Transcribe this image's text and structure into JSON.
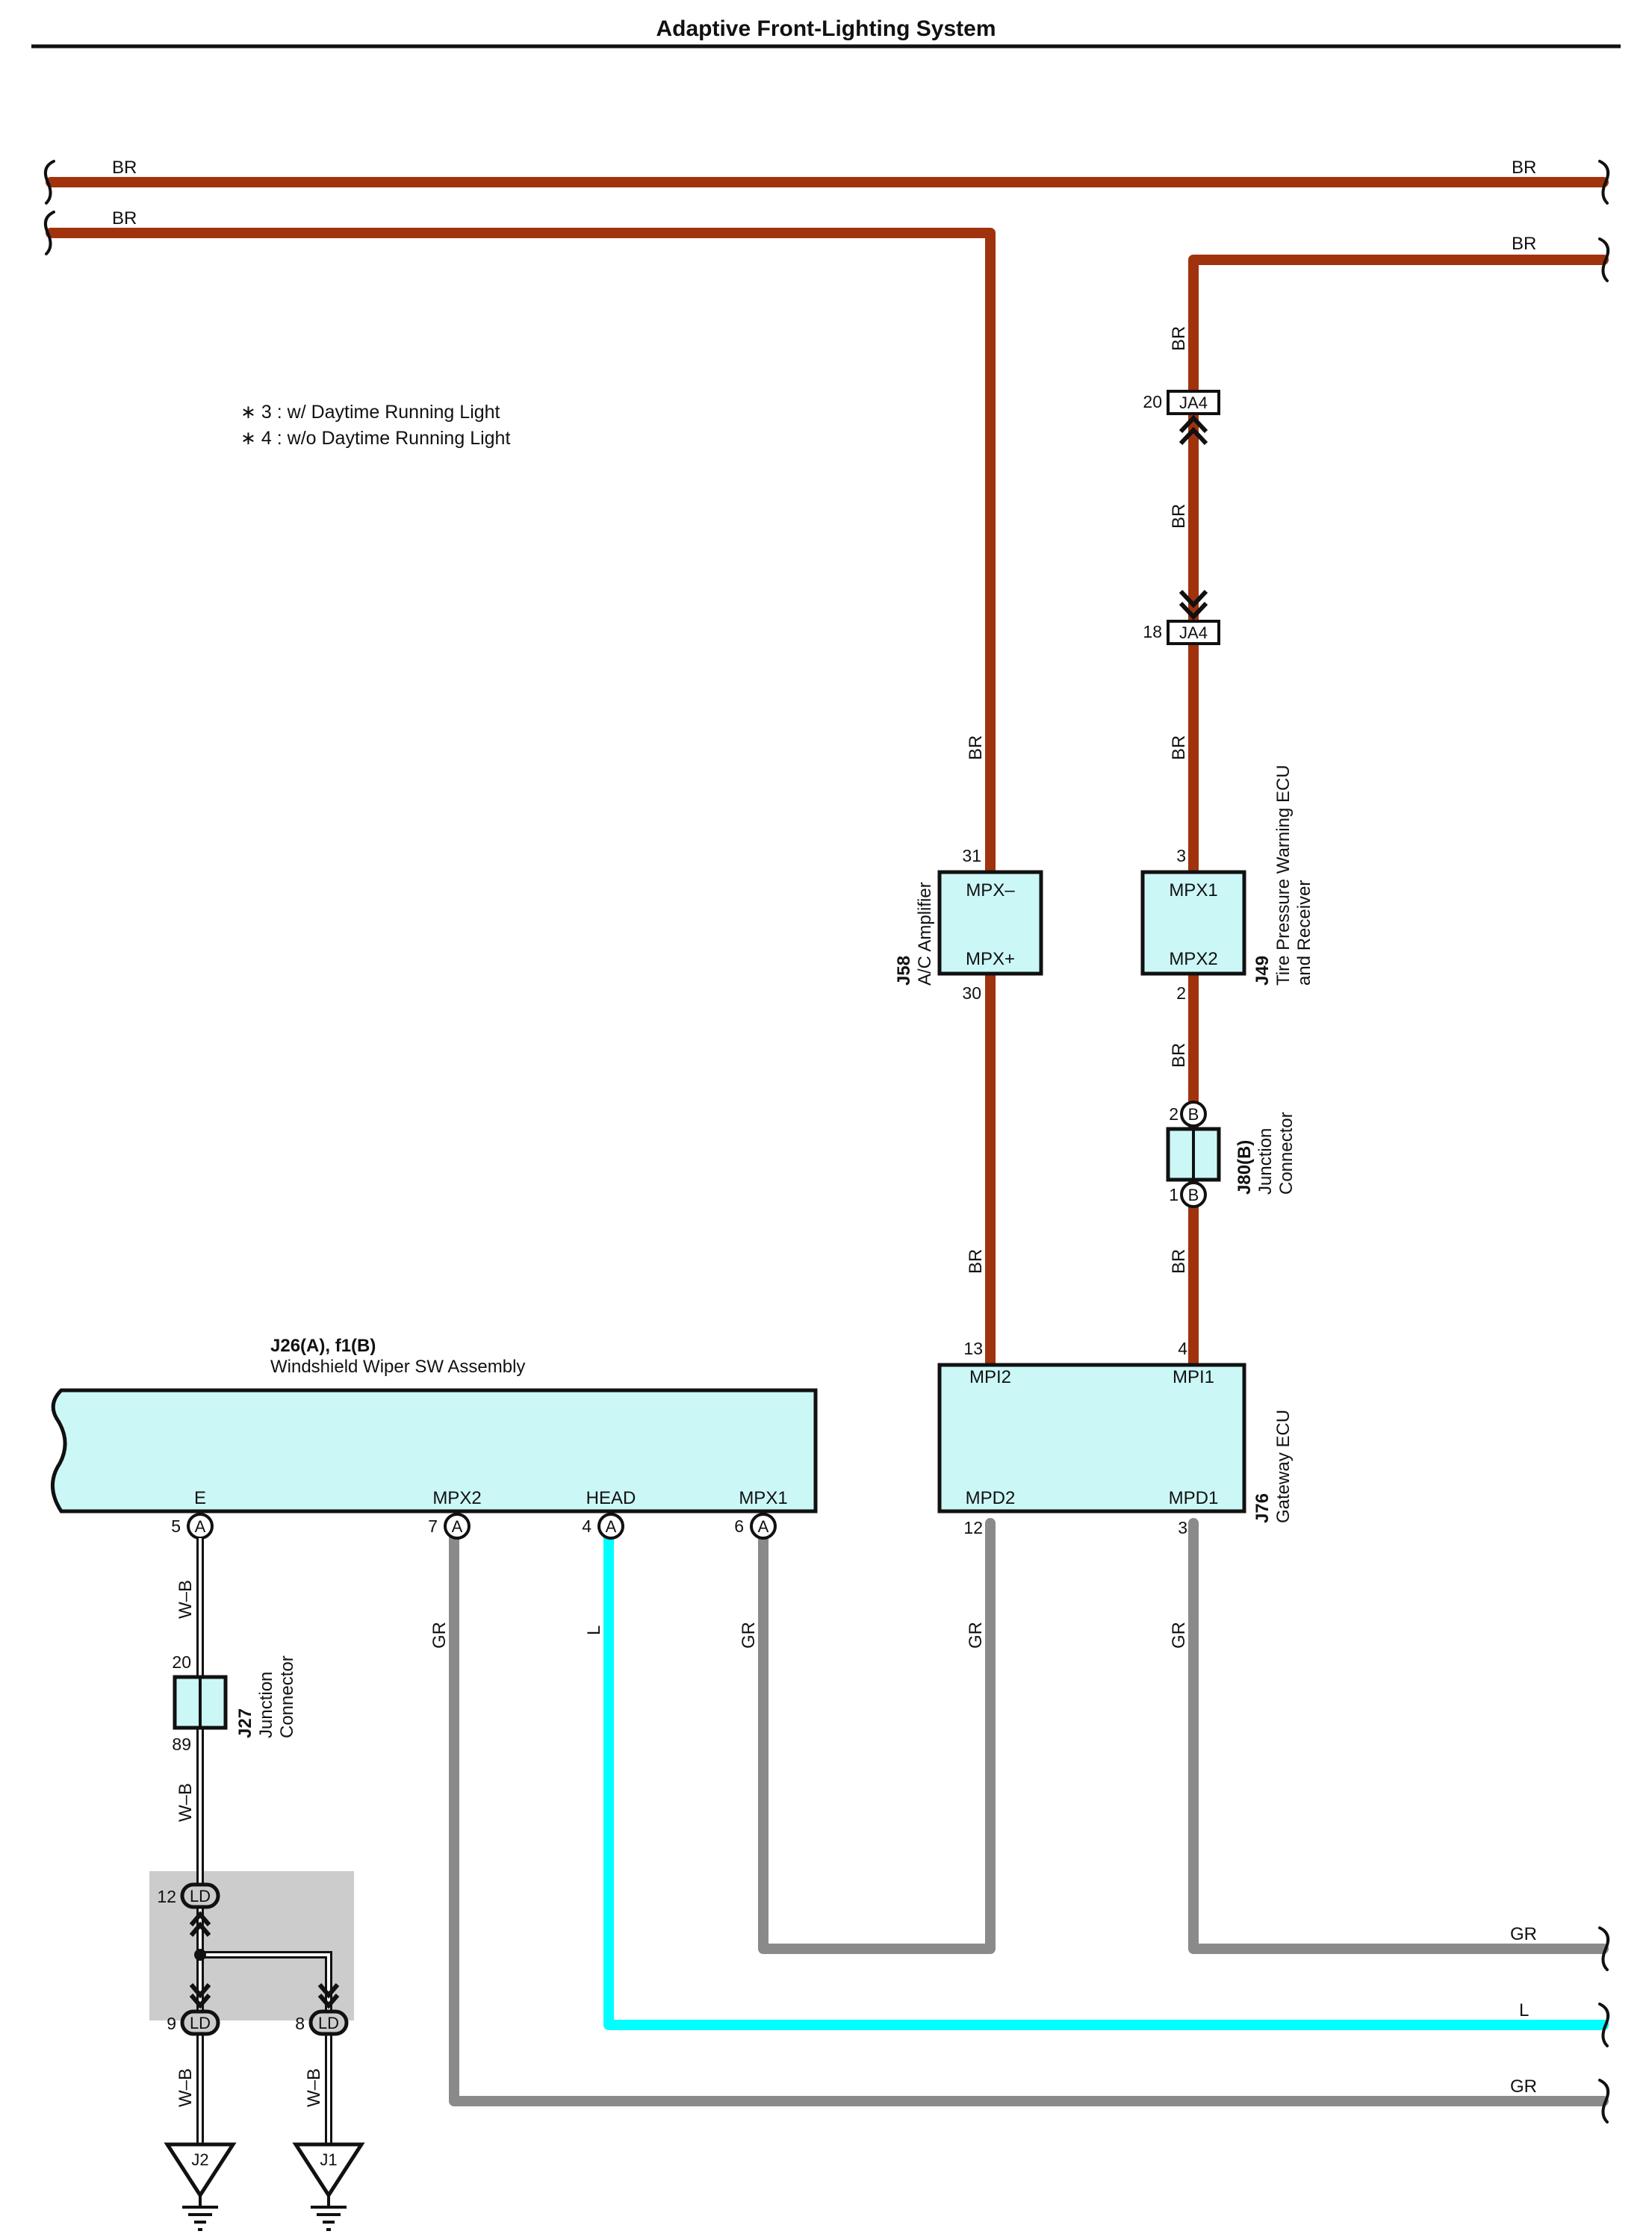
{
  "title": "Adaptive Front-Lighting System",
  "notes": [
    "∗ 3 : w/ Daytime Running Light",
    "∗ 4 : w/o Daytime Running Light"
  ],
  "colors": {
    "BR": "#a0330e",
    "GR": "#8a8a8a",
    "L": "#00ffff",
    "component_fill": "#ccf7f7",
    "splice_area": "#cccccc"
  },
  "wire_labels": {
    "br_top_left": "BR",
    "br_top_right": "BR",
    "br_second_left": "BR",
    "br_second_right": "BR",
    "br_tpw_upper": "BR",
    "br_tpw_mid": "BR",
    "br_tpw_lower": "BR",
    "br_tpw_j80": "BR",
    "br_tpw_gw": "BR",
    "br_ac_upper": "BR",
    "br_ac_lower": "BR",
    "gr_mpx2": "GR",
    "l_head": "L",
    "gr_mpx1": "GR",
    "gr_mpd2": "GR",
    "gr_mpd1": "GR",
    "wb_upper": "W–B",
    "wb_mid": "W–B",
    "wb_j2": "W–B",
    "wb_j1": "W–B",
    "gr_right_1": "GR",
    "l_right": "L",
    "gr_right_2": "GR"
  },
  "components": {
    "ja4": {
      "tag": "JA4",
      "pin_top": "20",
      "pin_bottom": "18"
    },
    "j58": {
      "code": "J58",
      "name": "A/C Amplifier",
      "terminal_top": "MPX–",
      "terminal_bottom": "MPX+",
      "pin_top": "31",
      "pin_bottom": "30"
    },
    "j49": {
      "code": "J49",
      "name_line1": "Tire Pressure Warning ECU",
      "name_line2": "and Receiver",
      "terminal_top": "MPX1",
      "terminal_bottom": "MPX2",
      "pin_top": "3",
      "pin_bottom": "2"
    },
    "j80": {
      "code": "J80(B)",
      "name_line1": "Junction",
      "name_line2": "Connector",
      "pin_top": "2",
      "pin_bottom": "1",
      "conn": "B"
    },
    "j76": {
      "code": "J76",
      "name": "Gateway ECU",
      "terminals": [
        "MPI2",
        "MPI1",
        "MPD2",
        "MPD1"
      ],
      "pins": [
        "13",
        "4",
        "12",
        "3"
      ]
    },
    "j26": {
      "code": "J26(A), f1(B)",
      "name": "Windshield Wiper SW Assembly",
      "terminals": [
        "E",
        "MPX2",
        "HEAD",
        "MPX1"
      ],
      "pins": [
        "5",
        "7",
        "4",
        "6"
      ],
      "conn": "A"
    },
    "j27": {
      "code": "J27",
      "name_line1": "Junction",
      "name_line2": "Connector",
      "pin_top": "20",
      "pin_bottom": "89"
    },
    "ld": {
      "tag": "LD",
      "pin_top": "12",
      "pin_left": "9",
      "pin_right": "8"
    },
    "grounds": [
      "J2",
      "J1"
    ]
  }
}
